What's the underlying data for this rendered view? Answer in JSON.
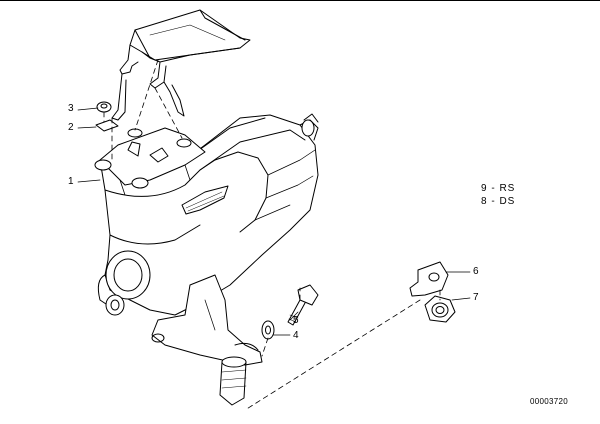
{
  "diagram": {
    "callouts": [
      {
        "id": "3",
        "label": "3"
      },
      {
        "id": "2",
        "label": "2"
      },
      {
        "id": "1",
        "label": "1"
      },
      {
        "id": "5",
        "label": "5"
      },
      {
        "id": "4",
        "label": "4"
      },
      {
        "id": "6",
        "label": "6"
      },
      {
        "id": "7",
        "label": "7"
      }
    ],
    "legend": [
      {
        "text": "9 - RS"
      },
      {
        "text": "8 - DS"
      }
    ],
    "document_number": "00003720"
  }
}
